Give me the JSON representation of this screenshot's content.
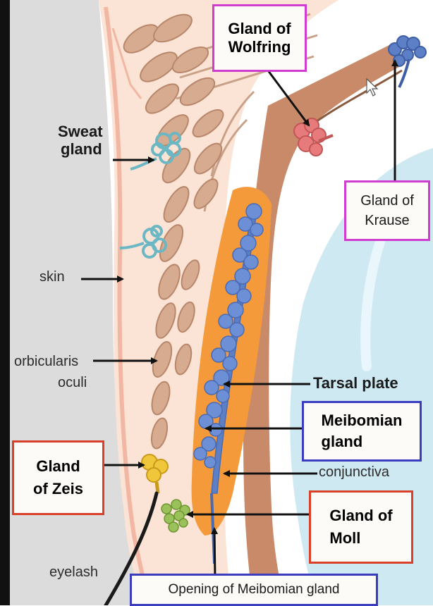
{
  "labels": {
    "gland_of_wolfring": [
      "Gland of",
      "Wolfring"
    ],
    "sweat_gland": [
      "Sweat",
      "gland"
    ],
    "gland_of_krause": [
      "Gland of",
      "Krause"
    ],
    "skin": "skin",
    "orbicularis_oculi": [
      "orbicularis",
      "oculi"
    ],
    "tarsal_plate": "Tarsal plate",
    "meibomian_gland": [
      "Meibomian",
      "gland"
    ],
    "conjunctiva": "conjunctiva",
    "gland_of_zeis": [
      "Gland",
      "of Zeis"
    ],
    "gland_of_moll": [
      "Gland of",
      "Moll"
    ],
    "eyelash": "eyelash",
    "opening_of_meibomian_gland": "Opening of Meibomian gland"
  },
  "colors": {
    "background_left": "#dcdcdc",
    "eye_surface": "#cfe9f3",
    "skin": "#fbe4d6",
    "skin_edge": "#f2b7a3",
    "muscle": "#d7ab8f",
    "tarsal_plate": "#f59a3a",
    "meibomian": "#6c8fd6",
    "conjunctiva": "#c98a6a",
    "sweat_gland": "#6cb7c4",
    "gland_wolfring": "#e77a7a",
    "gland_krause": "#5d7fc6",
    "gland_zeis": "#f0c63a",
    "gland_moll": "#9bc15a",
    "box_magenta": "#d03bd0",
    "box_red": "#d8402a",
    "box_blue": "#3c3cbe"
  },
  "icons": [
    "mouse-cursor-icon"
  ]
}
